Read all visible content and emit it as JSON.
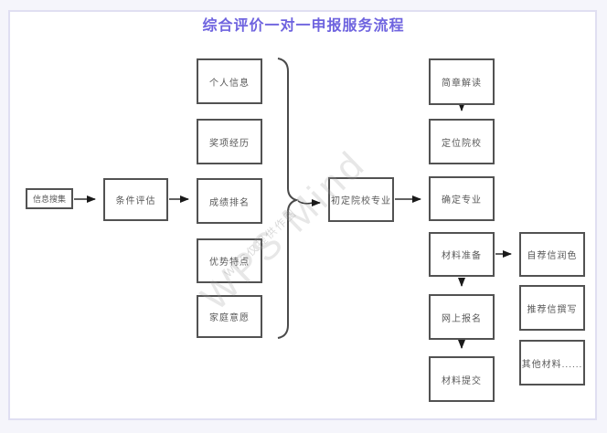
{
  "title": {
    "text": "综合评价一对一申报服务流程"
  },
  "watermark": {
    "main": "WPS Mind",
    "sub": "WPS仅提供作图"
  },
  "colors": {
    "title_text": "#6e63df",
    "node_border": "#525252",
    "node_text": "#595959",
    "arrow": "#1a1a1a",
    "frame_border": "#e0dff2",
    "page_margin_bg": "#f5f5fb",
    "watermark_text": "#a0a0a0"
  },
  "nodes": {
    "info_collection": "信息搜集",
    "condition_evaluation": "条件评估",
    "personal_info": "个人信息",
    "award_experience": "奖项经历",
    "grade_ranking": "成绩排名",
    "advantage_features": "优势特点",
    "family_wishes": "家庭意愿",
    "preliminary_college_major": "初定院校专业",
    "brochure_interpretation": "简章解读",
    "position_colleges": "定位院校",
    "determine_major": "确定专业",
    "material_preparation": "材料准备",
    "online_registration": "网上报名",
    "material_submission": "材料提交",
    "self_recommendation_polish": "自荐信润色",
    "recommendation_letter_writing": "推荐信撰写",
    "other_materials": "其他材料......"
  }
}
